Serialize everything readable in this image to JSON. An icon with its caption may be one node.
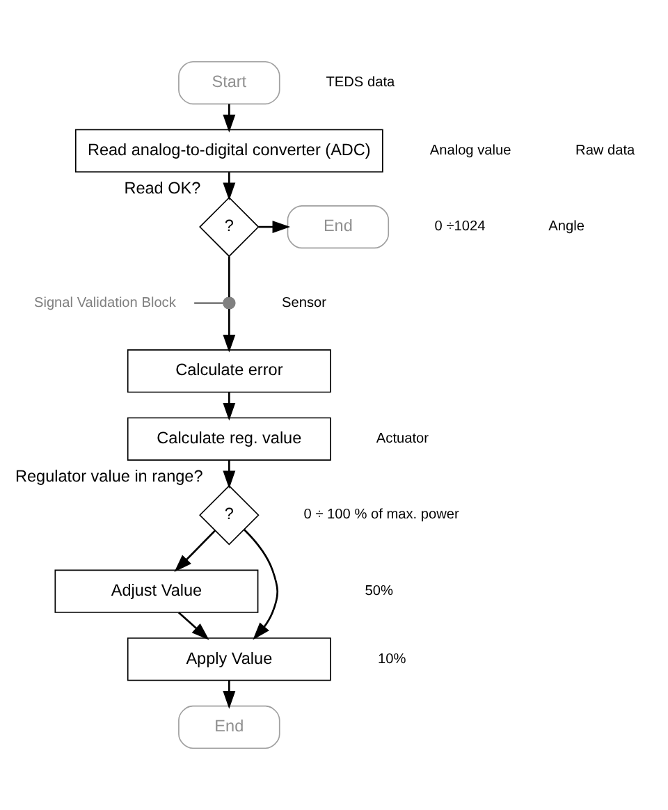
{
  "diagram": {
    "nodes": [
      {
        "text": [
          "Start"
        ]
      },
      {
        "text": [
          "Read analog-to-digital converter (ADC)"
        ]
      },
      {
        "text": [
          "?"
        ],
        "beside": [
          "Read OK?"
        ]
      },
      {
        "text": [
          "End"
        ]
      },
      {
        "text": [
          "Signal Validation Block"
        ]
      },
      {
        "text": [],
        "shape": "circle"
      },
      {
        "text": [
          "Calculate error"
        ]
      },
      {
        "text": [
          "Calculate reg. value"
        ]
      },
      {
        "text": [
          "?"
        ],
        "beside": [
          "Regulator value in range?"
        ]
      },
      {
        "text": [
          "Adjust Value"
        ]
      },
      {
        "text": [
          "Apply Value"
        ]
      },
      {
        "text": [
          "End"
        ]
      }
    ],
    "edges": [
      {
        "from": 0,
        "to": 1,
        "arrow": "to"
      },
      {
        "from": 1,
        "to": 2,
        "arrow": "to"
      },
      {
        "from": 2,
        "to": 3,
        "arrow": "to"
      },
      {
        "from": 2,
        "to": 5,
        "arrow": "none"
      },
      {
        "from": 4,
        "to": 5,
        "arrow": "none",
        "color": "#808080"
      },
      {
        "from": 5,
        "to": 6,
        "arrow": "to"
      },
      {
        "from": 6,
        "to": 7,
        "arrow": "to"
      },
      {
        "from": 7,
        "to": 8,
        "arrow": "to"
      },
      {
        "from": 8,
        "to": 9,
        "arrow": "to"
      },
      {
        "from": 8,
        "to": 10,
        "arrow": "to"
      },
      {
        "from": 9,
        "to": 10,
        "arrow": "to"
      },
      {
        "from": 10,
        "to": 11,
        "arrow": "to"
      }
    ],
    "labels": [
      "TEDS data",
      "Analog value",
      "Raw data",
      "0 ÷1024",
      "Angle",
      "Sensor",
      "Actuator",
      "0 ÷ 100 % of max. power",
      "50%",
      "10%"
    ]
  }
}
